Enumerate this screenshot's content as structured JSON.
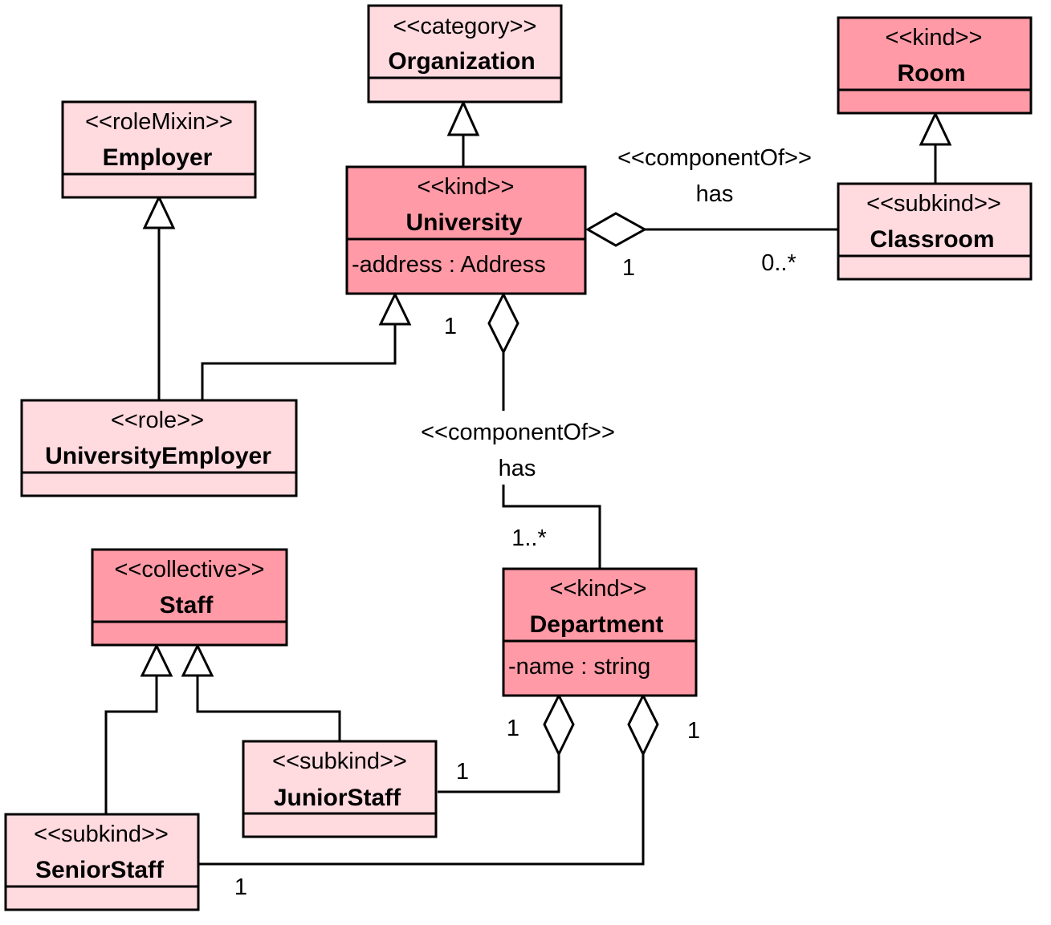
{
  "classes": {
    "organization": {
      "stereotype": "<<category>>",
      "name": "Organization",
      "fill": "#FFDADF"
    },
    "room": {
      "stereotype": "<<kind>>",
      "name": "Room",
      "fill": "#FF9AA6"
    },
    "employer": {
      "stereotype": "<<roleMixin>>",
      "name": "Employer",
      "fill": "#FFDADF"
    },
    "university": {
      "stereotype": "<<kind>>",
      "name": "University",
      "attribute": "-address : Address",
      "fill": "#FF9AA6"
    },
    "classroom": {
      "stereotype": "<<subkind>>",
      "name": "Classroom",
      "fill": "#FFDADF"
    },
    "university_employer": {
      "stereotype": "<<role>>",
      "name": "UniversityEmployer",
      "fill": "#FFDADF"
    },
    "staff": {
      "stereotype": "<<collective>>",
      "name": "Staff",
      "fill": "#FF9AA6"
    },
    "department": {
      "stereotype": "<<kind>>",
      "name": "Department",
      "attribute": "-name : string",
      "fill": "#FF9AA6"
    },
    "junior_staff": {
      "stereotype": "<<subkind>>",
      "name": "JuniorStaff",
      "fill": "#FFDADF"
    },
    "senior_staff": {
      "stereotype": "<<subkind>>",
      "name": "SeniorStaff",
      "fill": "#FFDADF"
    }
  },
  "associations": {
    "university_classroom": {
      "stereotype": "<<componentOf>>",
      "name": "has",
      "whole_multiplicity": "1",
      "part_multiplicity": "0..*"
    },
    "university_department": {
      "stereotype": "<<componentOf>>",
      "name": "has",
      "whole_multiplicity": "1",
      "part_multiplicity": "1..*"
    },
    "department_junior": {
      "whole_multiplicity": "1",
      "part_multiplicity": "1"
    },
    "department_senior": {
      "whole_multiplicity": "1",
      "part_multiplicity": "1"
    }
  }
}
